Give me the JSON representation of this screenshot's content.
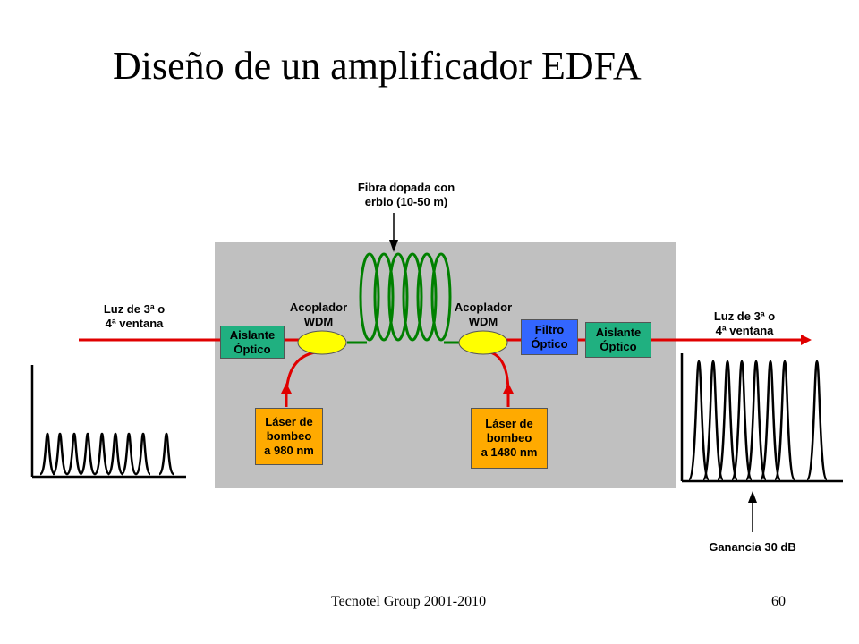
{
  "title": "Diseño de un amplificador EDFA",
  "fiber_label": [
    "Fibra dopada con",
    "erbio (10-50 m)"
  ],
  "input_label": [
    "Luz de 3ª o",
    "4ª ventana"
  ],
  "output_label": [
    "Luz de 3ª o",
    "4ª ventana"
  ],
  "coupler_left": [
    "Acoplador",
    "WDM"
  ],
  "coupler_right": [
    "Acoplador",
    "WDM"
  ],
  "isolator_left": [
    "Aislante",
    "Óptico"
  ],
  "isolator_right": [
    "Aislante",
    "Óptico"
  ],
  "filter": [
    "Filtro",
    "Óptico"
  ],
  "pump_left": [
    "Láser de",
    "bombeo",
    "a 980 nm"
  ],
  "pump_right": [
    "Láser de",
    "bombeo",
    "a 1480 nm"
  ],
  "gain_label": "Ganancia 30 dB",
  "footer_left": "Tecnotel Group 2001-2010",
  "footer_right": "60",
  "colors": {
    "panel": "#c0c0c0",
    "fiber": "#008000",
    "signal": "#e00000",
    "coupler": "#ffff00",
    "isolator": "#20b080",
    "filter": "#3366ff",
    "pump": "#ffaa00"
  }
}
